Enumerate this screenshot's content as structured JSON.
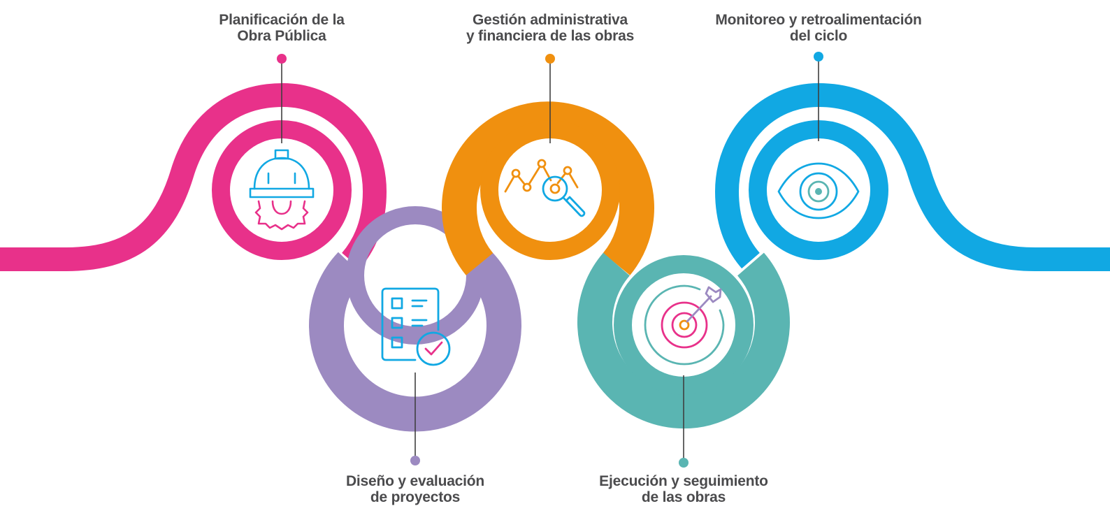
{
  "colors": {
    "pink": "#e8318a",
    "purple": "#9c8ac1",
    "orange": "#f0900f",
    "teal": "#5ab5b2",
    "blue": "#11a8e3",
    "text": "#4b4b4d",
    "stem": "#3f3f3f"
  },
  "stages": [
    {
      "key": "planificacion",
      "line1": "Planificación de la",
      "line2": "Obra Pública",
      "color": "pink",
      "icon": "hard-hat-gear-icon"
    },
    {
      "key": "diseno",
      "line1": "Diseño y evaluación",
      "line2": "de proyectos",
      "color": "purple",
      "icon": "checklist-icon"
    },
    {
      "key": "gestion",
      "line1": "Gestión administrativa",
      "line2": "y financiera de las obras",
      "color": "orange",
      "icon": "analytics-magnifier-icon"
    },
    {
      "key": "ejecucion",
      "line1": "Ejecución y seguimiento",
      "line2": "de las obras",
      "color": "teal",
      "icon": "target-arrow-icon"
    },
    {
      "key": "monitoreo",
      "line1": "Monitoreo y retroalimentación",
      "line2": "del ciclo",
      "color": "blue",
      "icon": "eye-icon"
    }
  ]
}
